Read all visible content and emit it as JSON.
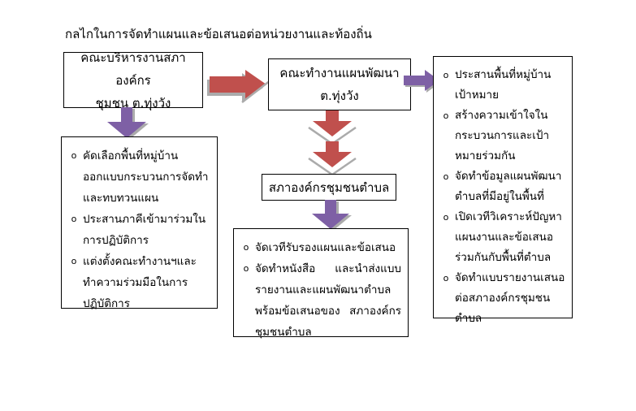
{
  "title": "กลไกในการจัดทำแผนและข้อเสนอต่อหน่วยงานและท้องถิ่น",
  "bullet_char": "o",
  "boxes": {
    "committee": {
      "line1": "คณะบริหารงานสภาองค์กร",
      "line2": "ชุมชน ต.ทุ่งวัง"
    },
    "working_group": {
      "line1": "คณะทำงานแผนพัฒนา",
      "line2": "ต.ทุ่งวัง"
    },
    "council": {
      "label": "สภาองค์กรชุมชนตำบล"
    },
    "left_tasks": {
      "items": [
        "คัดเลือกพื้นที่หมู่บ้านออกแบบกระบวนการจัดทำและทบทวนแผน",
        "ประสานภาคีเข้ามาร่วมในการปฏิบัติการ",
        "แต่งตั้งคณะทำงานฯและทำความร่วมมือในการปฏิบัติการ"
      ]
    },
    "right_tasks": {
      "items": [
        "ประสานพื้นที่หมู่บ้านเป้าหมาย",
        "สร้างความเข้าใจในกระบวนการและเป้าหมายร่วมกัน",
        "จัดทำข้อมูลแผนพัฒนาตำบลที่มีอยู่ในพื้นที่",
        "เปิดเวทีวิเคราะห์ปัญหาแผนงานและข้อเสนอร่วมกันกับพื้นที่ตำบล",
        "จัดทำแบบรายงานเสนอต่อสภาองค์กรชุมชนตำบล"
      ]
    },
    "bottom_tasks": {
      "items": [
        "จัดเวทีรับรองแผนและข้อเสนอ",
        "จัดทำหนังสือ และนำส่งแบบรายงานและแผนพัฒนาตำบลพร้อมข้อเสนอของ สภาองค์กรชุมชนตำบล"
      ]
    }
  },
  "colors": {
    "arrow_red": "#C0504D",
    "arrow_purple": "#7E60A5",
    "shadow_gray": "#ABABAB",
    "box_border": "#000000"
  }
}
